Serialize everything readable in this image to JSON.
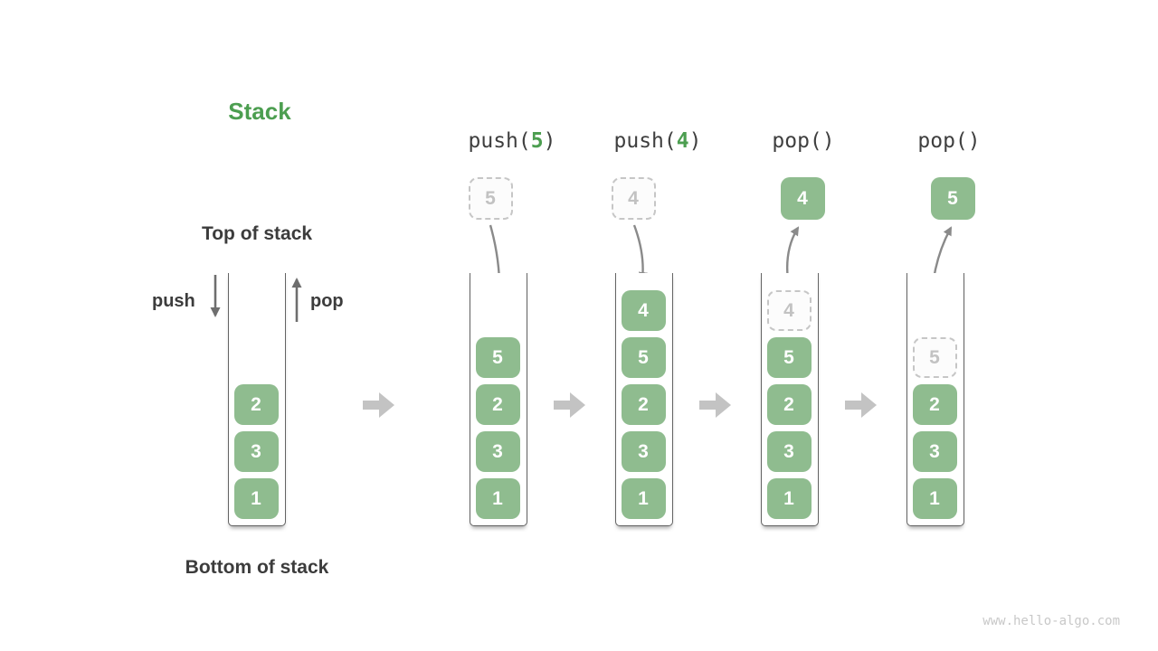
{
  "title": "Stack",
  "labels": {
    "top": "Top of stack",
    "bottom": "Bottom of stack",
    "push": "push",
    "pop": "pop"
  },
  "watermark": "www.hello-algo.com",
  "colors": {
    "accent_green": "#4c9e50",
    "box_green": "#8fbc8f",
    "box_text": "#ffffff",
    "dashed_border": "#c6c6c6",
    "dashed_text": "#c2c2c2",
    "label_dark": "#3c3c3c",
    "thin_arrow": "#8a8a8a",
    "straight_arrow": "#6e6e6e",
    "block_arrow": "#c3c3c3",
    "wall": "#646464",
    "watermark_gray": "#c8c8c8"
  },
  "initial_stack": {
    "cells": [
      {
        "value": "2",
        "slot": 2,
        "variant": "solid"
      },
      {
        "value": "3",
        "slot": 3,
        "variant": "solid"
      },
      {
        "value": "1",
        "slot": 4,
        "variant": "solid"
      }
    ]
  },
  "operations": [
    {
      "label": {
        "prefix": "push(",
        "arg": "5",
        "suffix": ")"
      },
      "floating": {
        "value": "5",
        "variant": "dashed"
      },
      "arrow": "down",
      "cells": [
        {
          "value": "5",
          "slot": 1,
          "variant": "solid"
        },
        {
          "value": "2",
          "slot": 2,
          "variant": "solid"
        },
        {
          "value": "3",
          "slot": 3,
          "variant": "solid"
        },
        {
          "value": "1",
          "slot": 4,
          "variant": "solid"
        }
      ]
    },
    {
      "label": {
        "prefix": "push(",
        "arg": "4",
        "suffix": ")"
      },
      "floating": {
        "value": "4",
        "variant": "dashed"
      },
      "arrow": "down",
      "cells": [
        {
          "value": "4",
          "slot": 0,
          "variant": "solid"
        },
        {
          "value": "5",
          "slot": 1,
          "variant": "solid"
        },
        {
          "value": "2",
          "slot": 2,
          "variant": "solid"
        },
        {
          "value": "3",
          "slot": 3,
          "variant": "solid"
        },
        {
          "value": "1",
          "slot": 4,
          "variant": "solid"
        }
      ]
    },
    {
      "label": {
        "prefix": "pop()",
        "arg": "",
        "suffix": ""
      },
      "floating": {
        "value": "4",
        "variant": "solid"
      },
      "arrow": "up",
      "cells": [
        {
          "value": "4",
          "slot": 0,
          "variant": "dashed"
        },
        {
          "value": "5",
          "slot": 1,
          "variant": "solid"
        },
        {
          "value": "2",
          "slot": 2,
          "variant": "solid"
        },
        {
          "value": "3",
          "slot": 3,
          "variant": "solid"
        },
        {
          "value": "1",
          "slot": 4,
          "variant": "solid"
        }
      ]
    },
    {
      "label": {
        "prefix": "pop()",
        "arg": "",
        "suffix": ""
      },
      "floating": {
        "value": "5",
        "variant": "solid"
      },
      "arrow": "up",
      "cells": [
        {
          "value": "5",
          "slot": 1,
          "variant": "dashed"
        },
        {
          "value": "2",
          "slot": 2,
          "variant": "solid"
        },
        {
          "value": "3",
          "slot": 3,
          "variant": "solid"
        },
        {
          "value": "1",
          "slot": 4,
          "variant": "solid"
        }
      ]
    }
  ]
}
